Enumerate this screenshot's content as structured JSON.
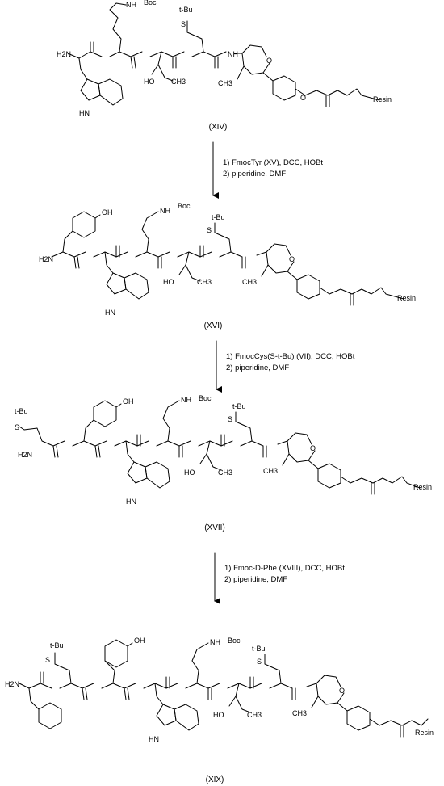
{
  "compounds": [
    {
      "label": "(XIV)",
      "atoms": {
        "nh2": "H2N",
        "nh_indole": "HN",
        "nh_boc": "NH",
        "boc": "Boc",
        "tbu": "t-Bu",
        "s": "S",
        "oh": "HO",
        "ch3": "CH3",
        "nh": "NH",
        "o_ring": "O",
        "o_ether": "O",
        "resin": "Resin"
      }
    },
    {
      "label": "(XVI)",
      "atoms": {
        "nh2": "H2N",
        "nh_indole": "HN",
        "oh_phenol": "OH",
        "nh_boc": "NH",
        "boc": "Boc",
        "tbu": "t-Bu",
        "s": "S",
        "oh": "HO",
        "ch3": "CH3",
        "o_ring": "O",
        "resin": "Resin"
      }
    },
    {
      "label": "(XVII)",
      "atoms": {
        "nh2": "H2N",
        "nh_indole": "HN",
        "oh_phenol": "OH",
        "nh_boc": "NH",
        "boc": "Boc",
        "tbu": "t-Bu",
        "s": "S",
        "oh": "HO",
        "ch3": "CH3",
        "o_ring": "O",
        "resin": "Resin"
      }
    },
    {
      "label": "(XIX)",
      "atoms": {
        "nh2": "H2N",
        "nh_indole": "HN",
        "oh_phenol": "OH",
        "nh_boc": "NH",
        "boc": "Boc",
        "tbu": "t-Bu",
        "s": "S",
        "oh": "HO",
        "ch3": "CH3",
        "o_ring": "O",
        "resin": "Resin"
      }
    }
  ],
  "steps": [
    {
      "line1": "1)  FmocTyr  (XV), DCC, HOBt",
      "line2": "2)  piperidine, DMF"
    },
    {
      "line1": "1)  FmocCys(S-t-Bu)  (VII), DCC, HOBt",
      "line2": "2)  piperidine, DMF"
    },
    {
      "line1": "1)  Fmoc-D-Phe  (XVIII), DCC, HOBt",
      "line2": "2)  piperidine, DMF"
    }
  ]
}
